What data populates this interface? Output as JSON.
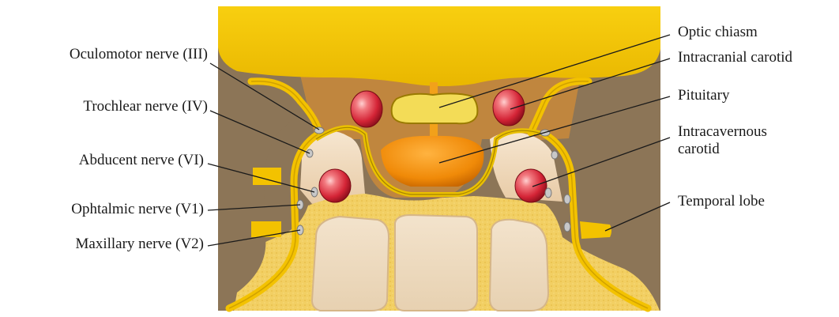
{
  "labels": {
    "oculomotor": "Oculomotor nerve (III)",
    "trochlear": "Trochlear nerve (IV)",
    "abducent": "Abducent nerve (VI)",
    "ophthalmic": "Ophtalmic nerve (V1)",
    "maxillary": "Maxillary nerve (V2)",
    "optic_chiasm": "Optic chiasm",
    "intracranial_carotid": "Intracranial carotid",
    "pituitary": "Pituitary",
    "intracavernous_carotid_line1": "Intracavernous",
    "intracavernous_carotid_line2": "carotid",
    "temporal_lobe": "Temporal lobe"
  },
  "colors": {
    "brain_yellow": "#f4c400",
    "background_brown": "#8c7557",
    "sinus_beige": "#f0dcc0",
    "bone_yellow": "#f2d060",
    "carotid_red": "#e0303e",
    "pituitary_orange": "#f0900a",
    "chiasm_yellow": "#f3dc57"
  }
}
